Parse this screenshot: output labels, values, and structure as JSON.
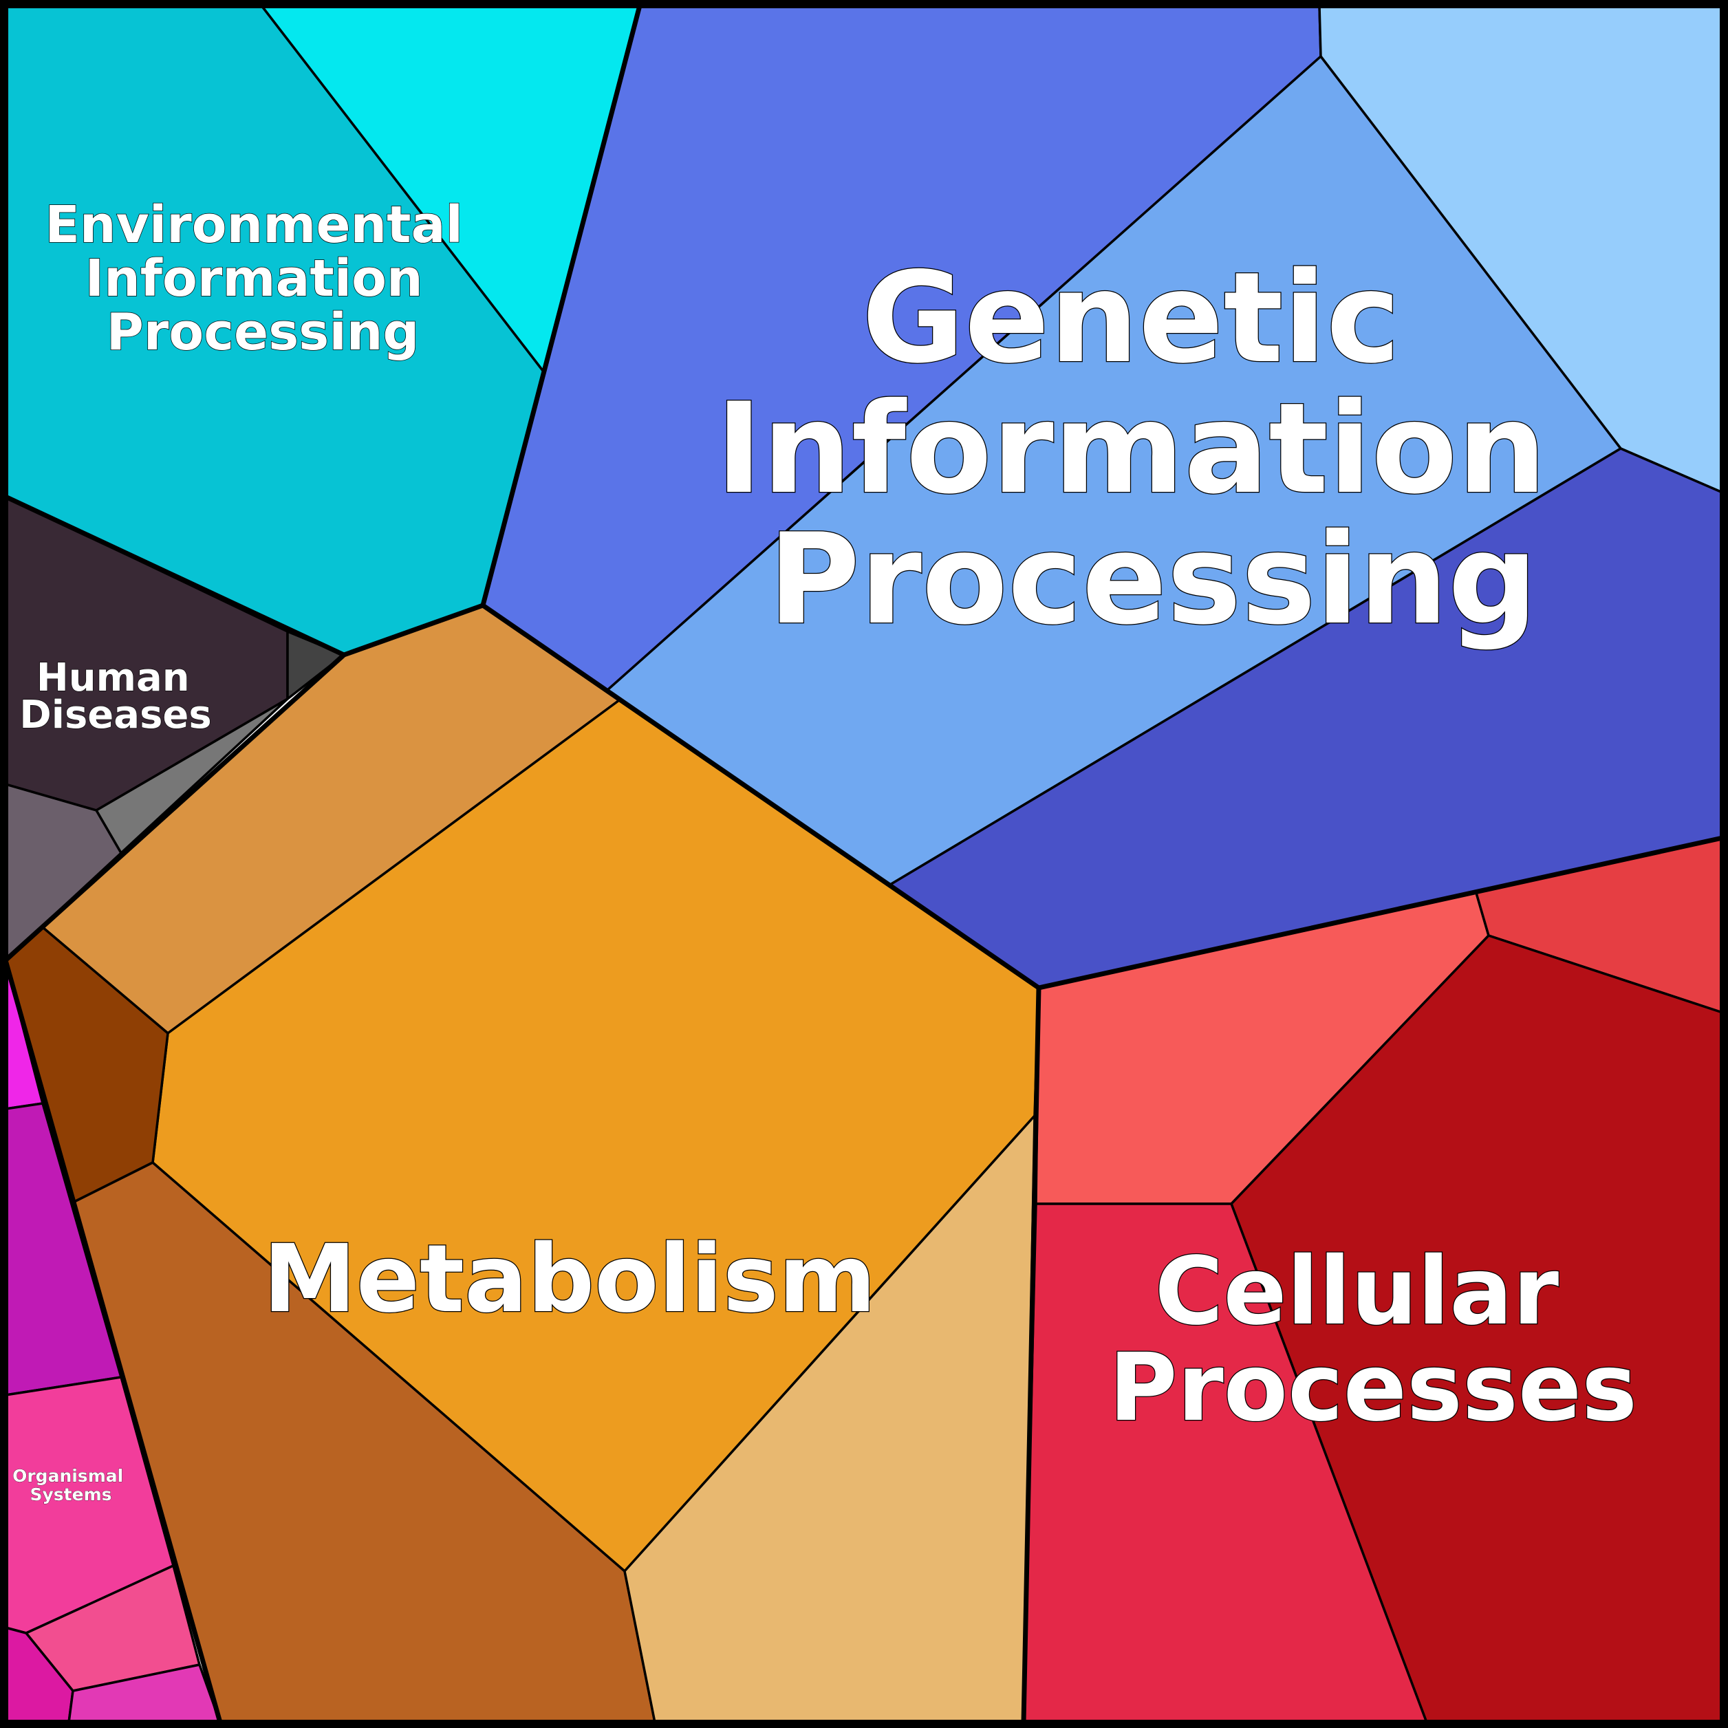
{
  "diagram": {
    "type": "voronoi-treemap",
    "categories": [
      {
        "key": "env",
        "label_lines": [
          "Environmental",
          "Information",
          "Processing"
        ],
        "color": "#07C3D4"
      },
      {
        "key": "genetic",
        "label_lines": [
          "Genetic",
          "Information",
          "Processing"
        ],
        "color": "#5A74E8"
      },
      {
        "key": "human",
        "label_lines": [
          "Human",
          "Diseases"
        ],
        "color": "#392935"
      },
      {
        "key": "metabolism",
        "label_lines": [
          "Metabolism"
        ],
        "color": "#ED9C1F"
      },
      {
        "key": "cellular",
        "label_lines": [
          "Cellular",
          "Processes"
        ],
        "color": "#B40F16"
      },
      {
        "key": "organismal",
        "label_lines": [
          "Organismal",
          "Systems"
        ],
        "color": "#C01AB5"
      }
    ],
    "cell_colors": {
      "env_a": "#07C3D4",
      "env_b": "#04E8EF",
      "gen_a": "#5A74E8",
      "gen_b": "#96CDFC",
      "gen_c": "#70A8F1",
      "gen_d": "#4952C8",
      "hum_a": "#392935",
      "hum_b": "#434343",
      "hum_c": "#777777",
      "hum_d": "#6B5F6B",
      "met_a": "#DA9341",
      "met_b": "#ED9C1F",
      "met_c": "#8F3F04",
      "met_d": "#B96322",
      "met_e": "#E8B870",
      "cel_a": "#F75A59",
      "cel_b": "#E63E43",
      "cel_c": "#B40F16",
      "cel_d": "#E42848",
      "org_a": "#EF26E8",
      "org_b": "#C01AB5",
      "org_c": "#F23D9B",
      "org_d": "#F24E90",
      "org_e": "#DC19A2",
      "org_f": "#E239B5"
    }
  }
}
